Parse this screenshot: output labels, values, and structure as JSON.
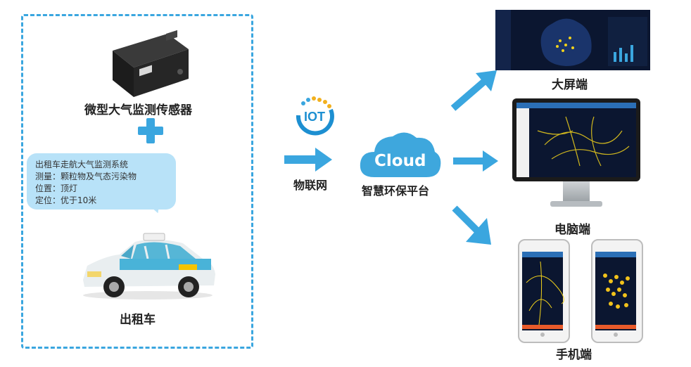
{
  "left_panel": {
    "sensor_label": "微型大气监测传感器",
    "info_bubble": {
      "lines": [
        "出租车走航大气监测系统",
        "测量：颗粒物及气态污染物",
        "位置：顶灯",
        "定位：优于10米"
      ]
    },
    "taxi_label": "出租车"
  },
  "middle": {
    "iot_badge": "IOT",
    "network_label": "物联网",
    "cloud_badge": "Cloud",
    "platform_label": "智慧环保平台"
  },
  "outputs": {
    "big_screen_label": "大屏端",
    "pc_label": "电脑端",
    "mobile_label": "手机端"
  },
  "colors": {
    "accent": "#3aa6df",
    "cloud": "#3ea7dd",
    "bubble": "#b8e2f8",
    "map_bg": "#0b1630",
    "map_dots": "#f2d21b"
  }
}
